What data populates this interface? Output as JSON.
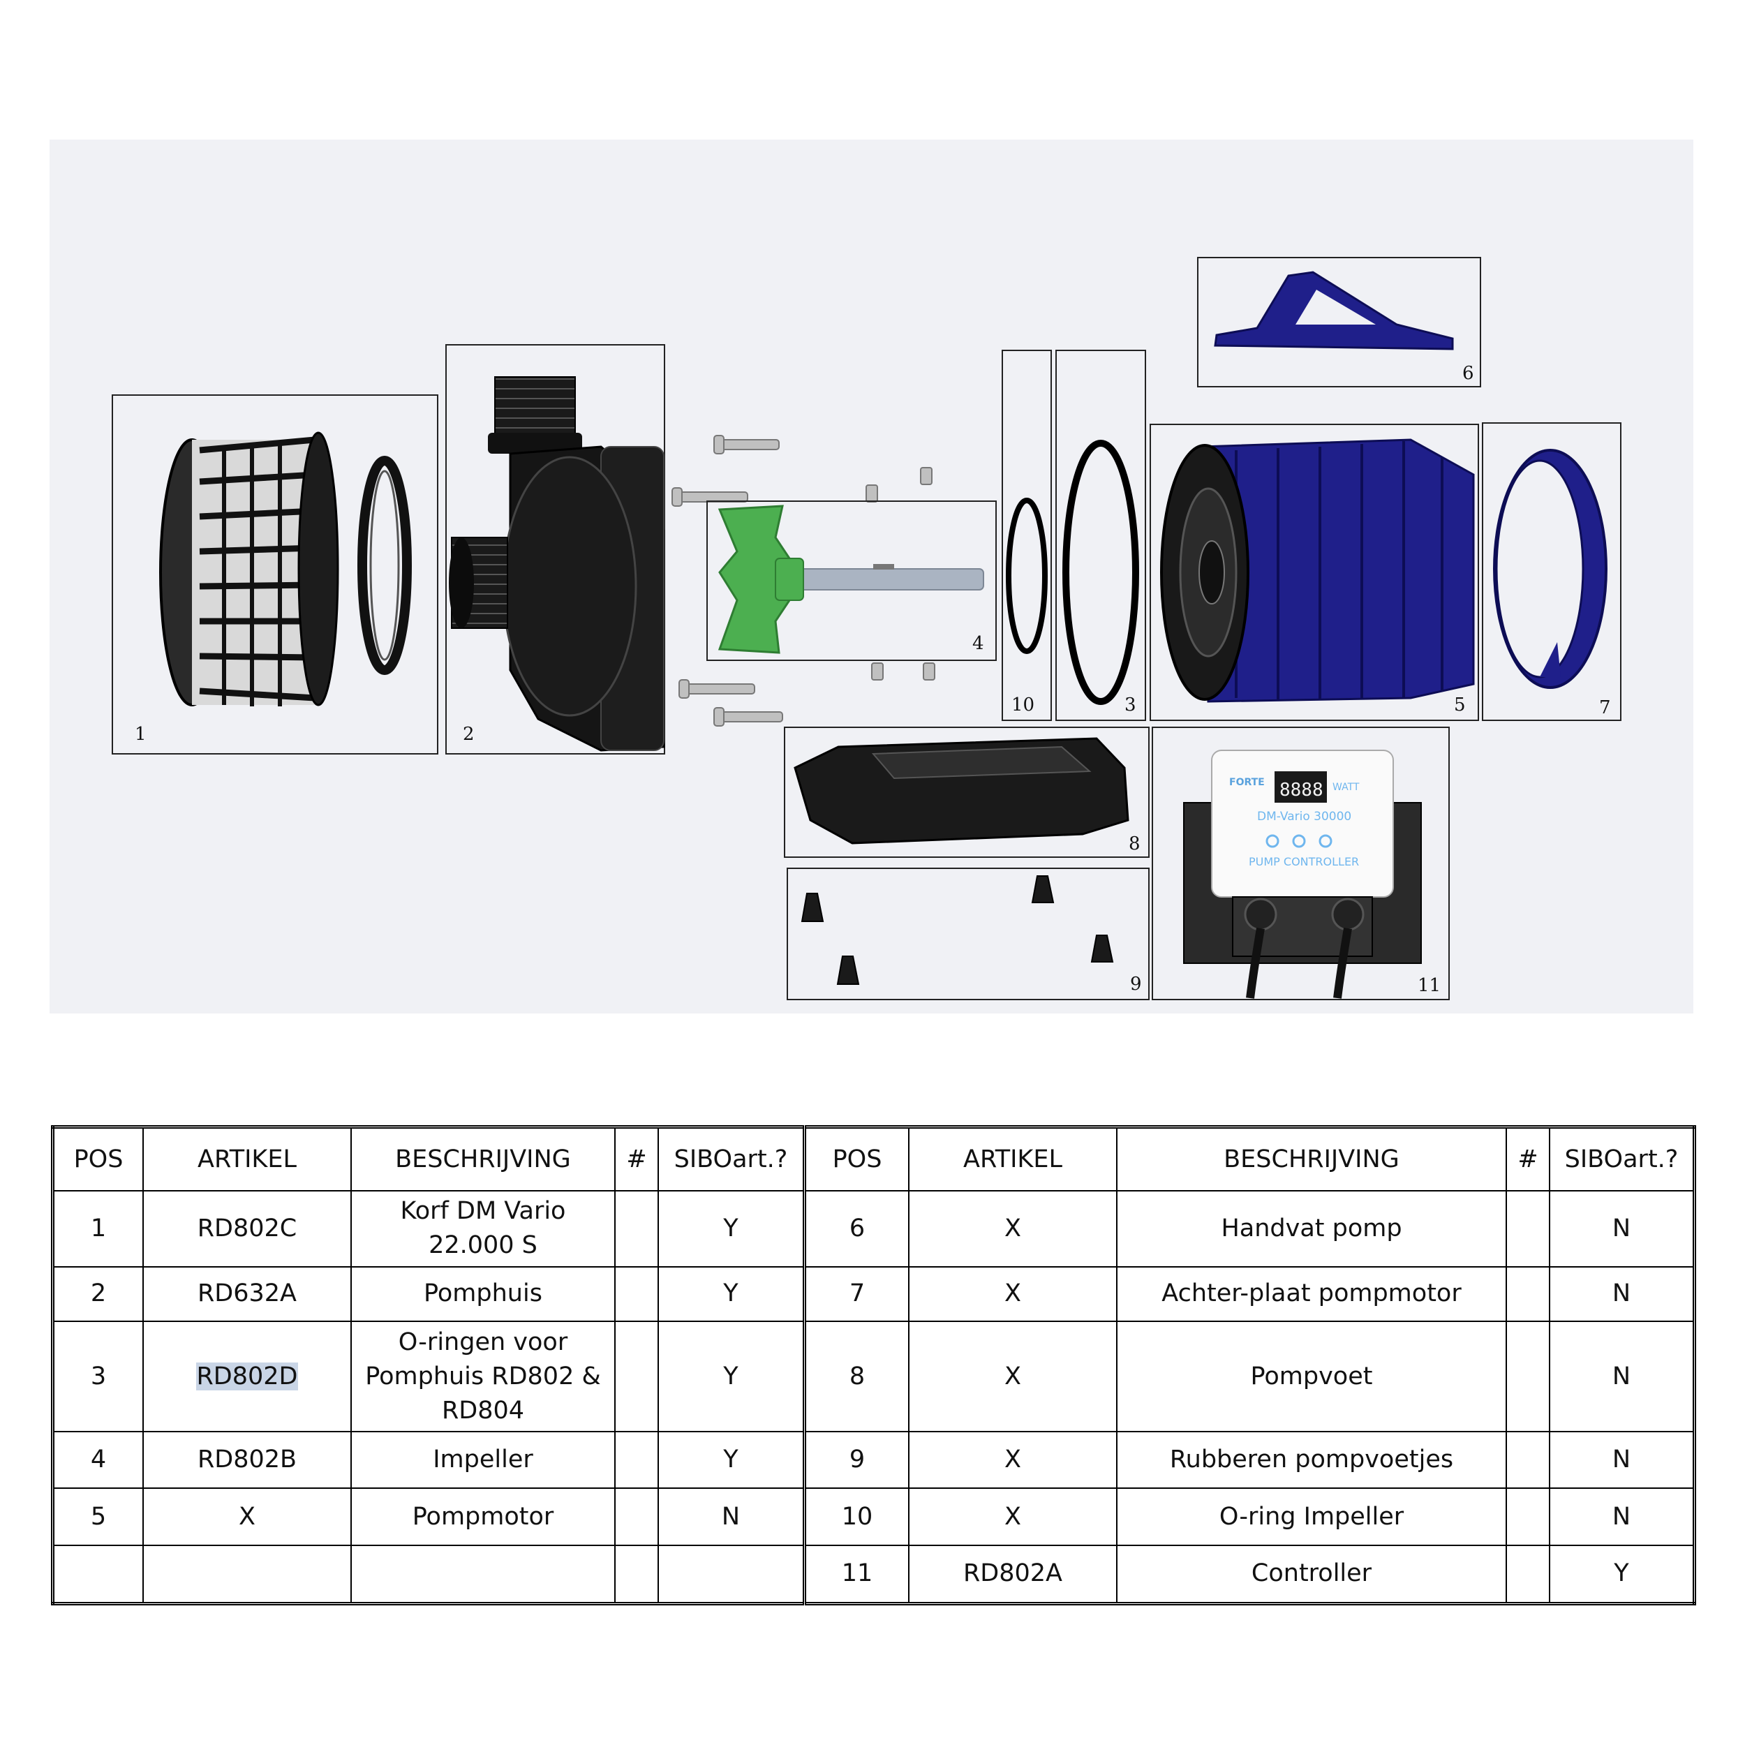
{
  "diagram": {
    "part_labels": [
      "1",
      "2",
      "3",
      "4",
      "5",
      "6",
      "7",
      "8",
      "9",
      "10",
      "11"
    ],
    "controller": {
      "brand": "FORTE",
      "display": "8888",
      "unit": "WATT",
      "model": "DM-Vario 30000",
      "caption": "PUMP CONTROLLER"
    },
    "colors": {
      "blue_part": "#1f1f8a",
      "impeller_green": "#4caf50",
      "black_part": "#141414"
    }
  },
  "table": {
    "headers": [
      "POS",
      "ARTIKEL",
      "BESCHRIJVING",
      "#",
      "SIBOart.?",
      "POS",
      "ARTIKEL",
      "BESCHRIJVING",
      "#",
      "SIBOart.?"
    ],
    "rows": [
      {
        "left": {
          "pos": "1",
          "artikel": "RD802C",
          "beschrijving": "Korf DM Vario 22.000 S",
          "count": "",
          "sibo": "Y"
        },
        "right": {
          "pos": "6",
          "artikel": "X",
          "beschrijving": "Handvat pomp",
          "count": "",
          "sibo": "N"
        }
      },
      {
        "left": {
          "pos": "2",
          "artikel": "RD632A",
          "beschrijving": "Pomphuis",
          "count": "",
          "sibo": "Y"
        },
        "right": {
          "pos": "7",
          "artikel": "X",
          "beschrijving": "Achter-plaat pompmotor",
          "count": "",
          "sibo": "N"
        }
      },
      {
        "left": {
          "pos": "3",
          "artikel": "RD802D",
          "beschrijving": "O-ringen voor Pomphuis RD802 & RD804",
          "count": "",
          "sibo": "Y"
        },
        "right": {
          "pos": "8",
          "artikel": "X",
          "beschrijving": "Pompvoet",
          "count": "",
          "sibo": "N"
        }
      },
      {
        "left": {
          "pos": "4",
          "artikel": "RD802B",
          "beschrijving": "Impeller",
          "count": "",
          "sibo": "Y"
        },
        "right": {
          "pos": "9",
          "artikel": "X",
          "beschrijving": "Rubberen pompvoetjes",
          "count": "",
          "sibo": "N"
        }
      },
      {
        "left": {
          "pos": "5",
          "artikel": "X",
          "beschrijving": "Pompmotor",
          "count": "",
          "sibo": "N"
        },
        "right": {
          "pos": "10",
          "artikel": "X",
          "beschrijving": "O-ring Impeller",
          "count": "",
          "sibo": "N"
        }
      },
      {
        "left": {
          "pos": "",
          "artikel": "",
          "beschrijving": "",
          "count": "",
          "sibo": ""
        },
        "right": {
          "pos": "11",
          "artikel": "RD802A",
          "beschrijving": "Controller",
          "count": "",
          "sibo": "Y"
        }
      }
    ]
  }
}
